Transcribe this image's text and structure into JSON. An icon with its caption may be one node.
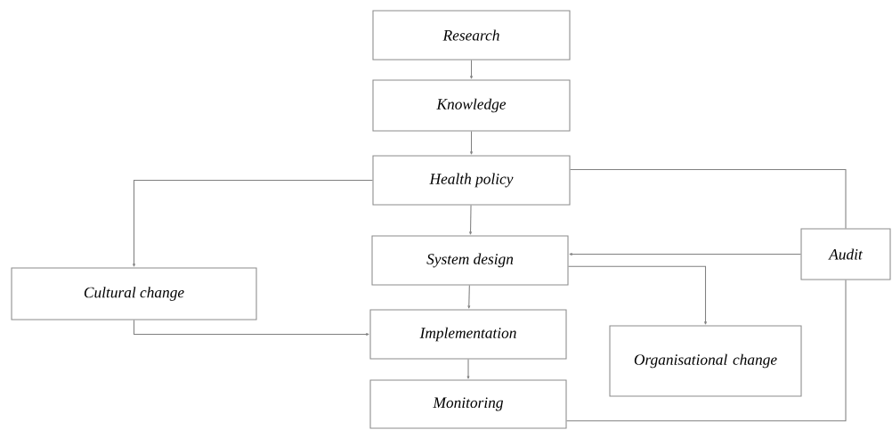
{
  "diagram": {
    "nodes": [
      {
        "text": [
          "Research"
        ]
      },
      {
        "text": [
          "Knowledge"
        ]
      },
      {
        "text": [
          "Health policy"
        ]
      },
      {
        "text": [
          "System design"
        ]
      },
      {
        "text": [
          "Cultural change"
        ]
      },
      {
        "text": [
          "Implementation"
        ]
      },
      {
        "text": [
          "Organisational change"
        ]
      },
      {
        "text": [
          "Monitoring"
        ]
      },
      {
        "text": [
          "Audit"
        ]
      }
    ],
    "edges": [
      {
        "from": 0,
        "to": 1,
        "arrow": "to"
      },
      {
        "from": 1,
        "to": 2,
        "arrow": "to"
      },
      {
        "from": 2,
        "to": 3,
        "arrow": "to"
      },
      {
        "from": 3,
        "to": 5,
        "arrow": "to"
      },
      {
        "from": 5,
        "to": 7,
        "arrow": "to"
      },
      {
        "from": 2,
        "to": 4,
        "arrow": "to"
      },
      {
        "from": 4,
        "to": 5,
        "arrow": "to"
      },
      {
        "from": 3,
        "to": 6,
        "arrow": "to"
      },
      {
        "from": 8,
        "to": 3,
        "arrow": "to"
      },
      {
        "from": 2,
        "to": 8,
        "arrow": "none"
      },
      {
        "from": 7,
        "to": 8,
        "arrow": "none"
      }
    ]
  }
}
